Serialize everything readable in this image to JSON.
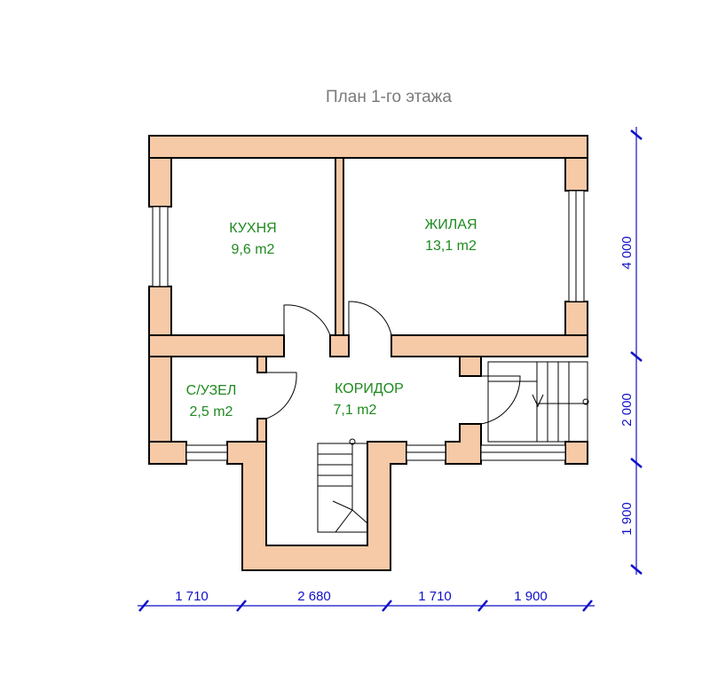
{
  "plan": {
    "title": "План 1-го этажа"
  },
  "rooms": {
    "kitchen": {
      "name": "КУХНЯ",
      "area": "9,6 m2"
    },
    "living": {
      "name": "ЖИЛАЯ",
      "area": "13,1 m2"
    },
    "bathroom": {
      "name": "С/УЗЕЛ",
      "area": "2,5 m2"
    },
    "corridor": {
      "name": "КОРИДОР",
      "area": "7,1 m2"
    }
  },
  "dimensions": {
    "bottom": [
      "1 710",
      "2 680",
      "1 710",
      "1 900"
    ],
    "right": [
      "4 000",
      "2 000",
      "1 900"
    ]
  },
  "colors": {
    "wall_fill": "#f6c9a7",
    "room_label": "#1f8a1f",
    "dimension": "#1010c8",
    "title": "#7a7a7a"
  }
}
